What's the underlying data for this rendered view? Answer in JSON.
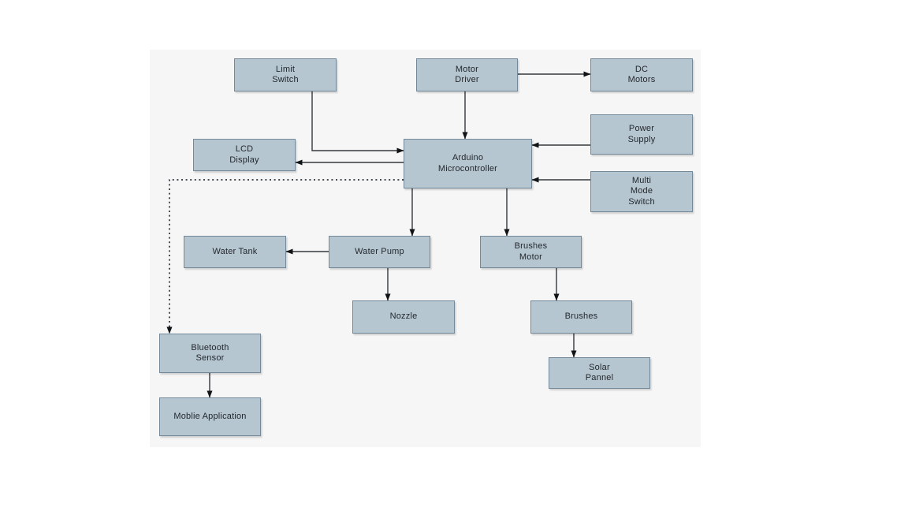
{
  "diagram": {
    "type": "block-diagram",
    "canvas_background": "#f6f6f7",
    "node_fill": "#b6c6d1",
    "node_border": "#73899a",
    "line_color": "#33383d",
    "text_color": "#23282d"
  },
  "nodes": [
    {
      "id": "limit-switch",
      "label": "Limit\nSwitch"
    },
    {
      "id": "motor-driver",
      "label": "Motor\nDriver"
    },
    {
      "id": "dc-motors",
      "label": "DC\nMotors"
    },
    {
      "id": "power-supply",
      "label": "Power\nSupply"
    },
    {
      "id": "lcd-display",
      "label": "LCD\nDisplay"
    },
    {
      "id": "arduino-microcontroller",
      "label": "Arduino\nMicrocontroller"
    },
    {
      "id": "multi-mode-switch",
      "label": "Multi\nMode\nSwitch"
    },
    {
      "id": "water-tank",
      "label": "Water Tank"
    },
    {
      "id": "water-pump",
      "label": "Water Pump"
    },
    {
      "id": "brushes-motor",
      "label": "Brushes\nMotor"
    },
    {
      "id": "nozzle",
      "label": "Nozzle"
    },
    {
      "id": "brushes",
      "label": "Brushes"
    },
    {
      "id": "solar-pannel",
      "label": "Solar\nPannel"
    },
    {
      "id": "bluetooth-sensor",
      "label": "Bluetooth\nSensor"
    },
    {
      "id": "moblie-application",
      "label": "Moblie Application"
    }
  ],
  "edges": [
    {
      "from": "limit-switch",
      "to": "arduino-microcontroller",
      "style": "solid"
    },
    {
      "from": "motor-driver",
      "to": "arduino-microcontroller",
      "style": "solid"
    },
    {
      "from": "motor-driver",
      "to": "dc-motors",
      "style": "solid"
    },
    {
      "from": "arduino-microcontroller",
      "to": "lcd-display",
      "style": "solid"
    },
    {
      "from": "power-supply",
      "to": "arduino-microcontroller",
      "style": "solid"
    },
    {
      "from": "multi-mode-switch",
      "to": "arduino-microcontroller",
      "style": "solid"
    },
    {
      "from": "arduino-microcontroller",
      "to": "bluetooth-sensor",
      "style": "dotted"
    },
    {
      "from": "arduino-microcontroller",
      "to": "water-pump",
      "style": "solid"
    },
    {
      "from": "arduino-microcontroller",
      "to": "brushes-motor",
      "style": "solid"
    },
    {
      "from": "water-pump",
      "to": "water-tank",
      "style": "solid"
    },
    {
      "from": "water-pump",
      "to": "nozzle",
      "style": "solid"
    },
    {
      "from": "brushes-motor",
      "to": "brushes",
      "style": "solid"
    },
    {
      "from": "brushes",
      "to": "solar-pannel",
      "style": "solid"
    },
    {
      "from": "bluetooth-sensor",
      "to": "moblie-application",
      "style": "solid"
    }
  ]
}
